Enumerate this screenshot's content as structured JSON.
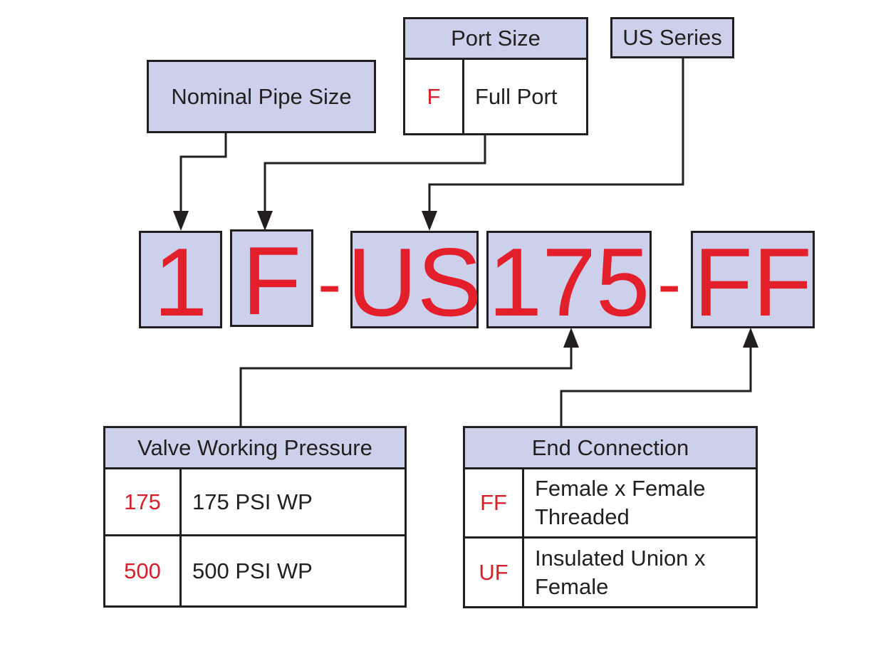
{
  "nominal_pipe_size": {
    "title": "Nominal Pipe Size"
  },
  "port_size": {
    "title": "Port Size",
    "rows": [
      {
        "code": "F",
        "desc": "Full Port"
      }
    ]
  },
  "us_series": {
    "title": "US Series"
  },
  "part_number": {
    "segments": [
      "1",
      "F",
      "US",
      "175",
      "FF"
    ],
    "separators": [
      "-",
      "-"
    ]
  },
  "valve_working_pressure": {
    "title": "Valve Working Pressure",
    "rows": [
      {
        "code": "175",
        "desc": "175 PSI WP"
      },
      {
        "code": "500",
        "desc": "500 PSI WP"
      }
    ]
  },
  "end_connection": {
    "title": "End Connection",
    "rows": [
      {
        "code": "FF",
        "desc_line1": "Female x Female",
        "desc_line2": "Threaded"
      },
      {
        "code": "UF",
        "desc_line1": "Insulated Union x",
        "desc_line2": "Female"
      }
    ]
  },
  "colors": {
    "box_fill": "#cdd0ea",
    "code_red": "#d71f2b",
    "line": "#231f20"
  }
}
